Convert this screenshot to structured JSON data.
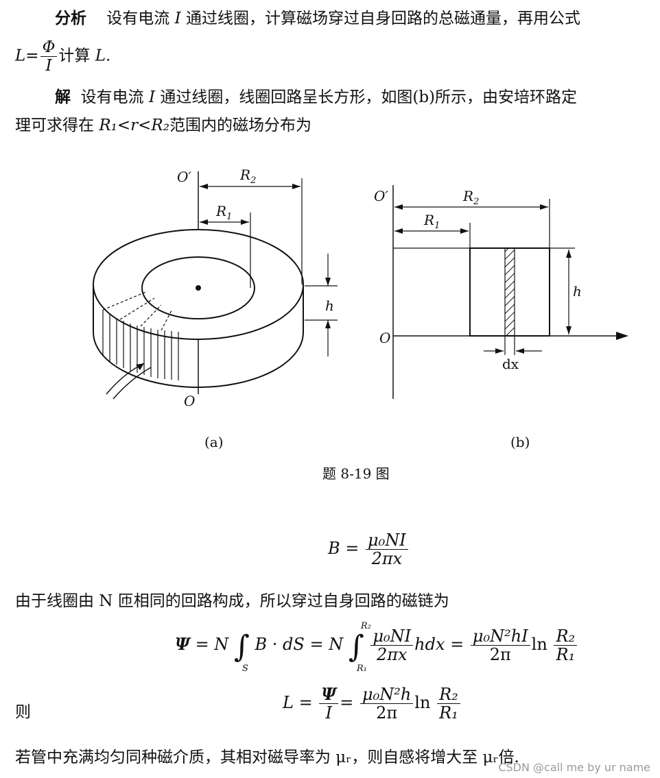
{
  "analysis": {
    "label": "分析",
    "text1": "设有电流 ",
    "var_I": "I",
    "text2": " 通过线圈，计算磁场穿过自身回路的总磁通量，再用公式",
    "L": "L",
    "eq": "=",
    "Phi": "Φ",
    "I": "I",
    "text3": "计算 ",
    "L2": "L."
  },
  "solution": {
    "label": "解",
    "text1": "设有电流 ",
    "var_I": "I",
    "text2": " 通过线圈，线圈回路呈长方形，如图(b)所示，由安培环路定",
    "line2_a": "理可求得在 ",
    "range": "R₁<r<R₂",
    "line2_b": "范围内的磁场分布为"
  },
  "figure": {
    "a": {
      "O_top": "O′",
      "O_bottom": "O",
      "R1": "R",
      "R1_sub": "1",
      "R2": "R",
      "R2_sub": "2",
      "h": "h",
      "caption": "(a)"
    },
    "b": {
      "O_top": "O′",
      "O": "O",
      "R1": "R",
      "R1_sub": "1",
      "R2": "R",
      "R2_sub": "2",
      "h": "h",
      "dx": "dx",
      "caption": "(b)"
    },
    "title": "题 8-19 图"
  },
  "eq_B": {
    "lhs": "B",
    "num": "μ₀NI",
    "den": "2πx"
  },
  "text_flux": "由于线圈由 N 匝相同的回路构成，所以穿过自身回路的磁链为",
  "eq_Psi": {
    "Psi": "Ψ",
    "part1": "= N",
    "int_sub": "S",
    "BdS": "B · dS = N",
    "int_upper": "R₂",
    "int_lower": "R₁",
    "frac1_num": "μ₀NI",
    "frac1_den": "2πx",
    "hdx": "hdx =",
    "frac2_num": "μ₀N²hI",
    "frac2_den": "2π",
    "ln": "ln",
    "frac3_num": "R₂",
    "frac3_den": "R₁"
  },
  "then_label": "则",
  "eq_L": {
    "L": "L",
    "frac1_num": "Ψ",
    "frac1_den": "I",
    "frac2_num": "μ₀N²h",
    "frac2_den": "2π",
    "ln": "ln",
    "frac3_num": "R₂",
    "frac3_den": "R₁"
  },
  "text_last": "若管中充满均匀同种磁介质，其相对磁导率为 μᵣ，则自感将增大至 μᵣ倍.",
  "watermark": "CSDN @call me by ur name"
}
